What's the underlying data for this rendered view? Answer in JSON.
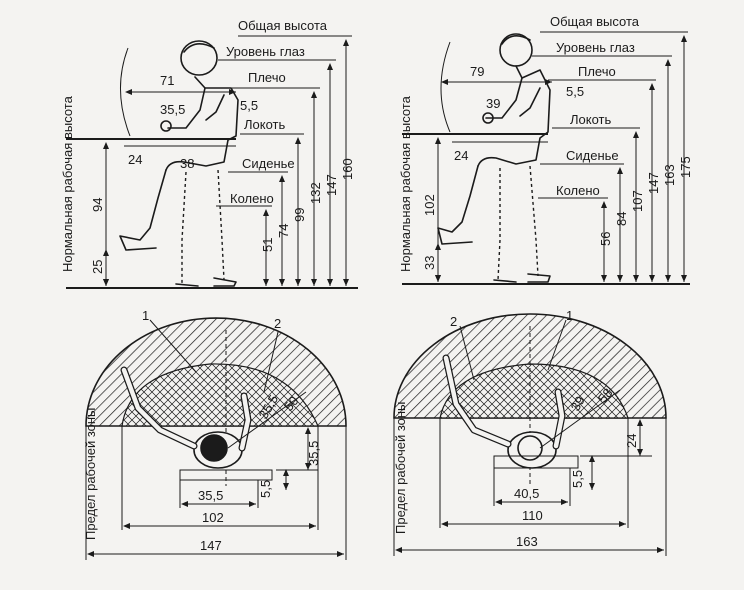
{
  "top_left": {
    "labels": {
      "overall_height": "Общая высота",
      "eye_level": "Уровень глаз",
      "shoulder": "Плечо",
      "elbow": "Локоть",
      "seat": "Сиденье",
      "knee": "Колено",
      "work_height": "Нормальная рабочая высота"
    },
    "dims": {
      "v160": "160",
      "v147": "147",
      "v132": "132",
      "v99": "99",
      "v74": "74",
      "v51": "51",
      "v94": "94",
      "v25": "25",
      "h71": "71",
      "d35_5": "35,5",
      "d5_5": "5,5",
      "d24": "24",
      "d38": "38"
    }
  },
  "top_right": {
    "labels": {
      "overall_height": "Общая высота",
      "eye_level": "Уровень глаз",
      "shoulder": "Плечо",
      "elbow": "Локоть",
      "seat": "Сиденье",
      "knee": "Колено",
      "work_height": "Нормальная рабочая высота"
    },
    "dims": {
      "v175": "175",
      "v163": "163",
      "v147": "147",
      "v107": "107",
      "v84": "84",
      "v56": "56",
      "v102": "102",
      "v33": "33",
      "h79": "79",
      "d39": "39",
      "d5_5": "5,5",
      "d24": "24"
    }
  },
  "bottom_left": {
    "zone_label": "Предел рабочей зоны",
    "callouts": [
      "1",
      "2"
    ],
    "dims": {
      "w147": "147",
      "w102": "102",
      "w35_5": "35,5",
      "v5_5": "5,5",
      "v35_5": "35,5",
      "r35_5": "35,5",
      "r50": "50"
    }
  },
  "bottom_right": {
    "zone_label": "Предел рабочей зоны",
    "callouts": [
      "2",
      "1"
    ],
    "dims": {
      "w163": "163",
      "w110": "110",
      "w40_5": "40,5",
      "v5_5": "5,5",
      "v24": "24",
      "r39": "39",
      "r58": "58"
    }
  }
}
